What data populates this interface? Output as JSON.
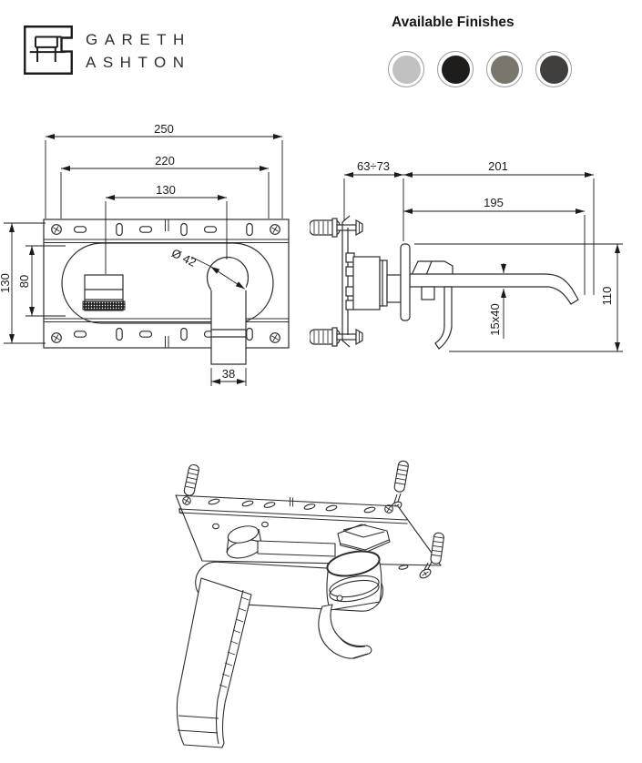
{
  "brand": {
    "line1": "GARETH",
    "line2": "ASHTON"
  },
  "finishes": {
    "title": "Available Finishes",
    "swatches": [
      {
        "name": "chrome",
        "color": "#c1c1c1"
      },
      {
        "name": "matte-black",
        "color": "#1e1d1b"
      },
      {
        "name": "brushed-gunmetal",
        "color": "#7b766b"
      },
      {
        "name": "graphite",
        "color": "#413e3e"
      }
    ]
  },
  "front": {
    "dims": {
      "overall_width": "250",
      "mount_width": "220",
      "hole_centres": "130",
      "overall_height": "130",
      "plate_height": "80",
      "handle_diameter": "Ø 42",
      "handle_width": "38"
    }
  },
  "side": {
    "dims": {
      "wall_depth_range": "63÷73",
      "reach_overall": "201",
      "reach_spout": "195",
      "spout_section": "15x40",
      "height_drop": "110"
    }
  },
  "line_color": "#2d2d2d"
}
